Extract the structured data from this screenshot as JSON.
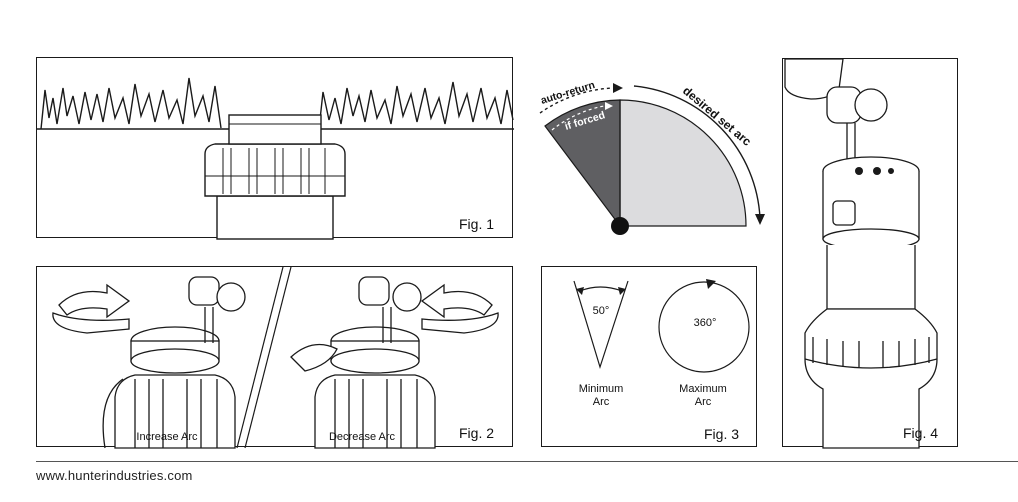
{
  "figures": {
    "fig1": {
      "label": "Fig. 1"
    },
    "fig2": {
      "label": "Fig. 2",
      "left_caption": "Increase Arc",
      "right_caption": "Decrease Arc"
    },
    "fig3": {
      "label": "Fig. 3",
      "min_angle": "50°",
      "min_caption_line1": "Minimum",
      "min_caption_line2": "Arc",
      "max_angle": "360°",
      "max_caption_line1": "Maximum",
      "max_caption_line2": "Arc"
    },
    "fig4": {
      "label": "Fig. 4"
    },
    "arc_diagram": {
      "auto_return": "auto-return",
      "if_forced": "if forced",
      "desired_set_arc": "desired set arc"
    }
  },
  "footer": {
    "url": "www.hunterindustries.com"
  },
  "colors": {
    "dark_sector": "#5f5f62",
    "light_sector": "#dcdcde",
    "line": "#1a1a1a"
  }
}
